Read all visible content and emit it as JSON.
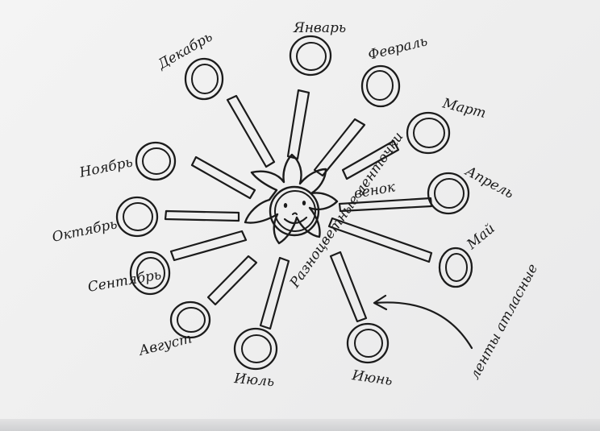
{
  "diagram": {
    "center_label": "венок",
    "center_note": "Разноцветные ленточки",
    "side_note": "ленты атласные",
    "months": [
      {
        "key": "jan",
        "label": "Январь"
      },
      {
        "key": "feb",
        "label": "Февраль"
      },
      {
        "key": "mar",
        "label": "Март"
      },
      {
        "key": "apr",
        "label": "Апрель"
      },
      {
        "key": "may",
        "label": "Май"
      },
      {
        "key": "jun",
        "label": "Июнь"
      },
      {
        "key": "jul",
        "label": "Июль"
      },
      {
        "key": "aug",
        "label": "Август"
      },
      {
        "key": "sep",
        "label": "Сентябрь"
      },
      {
        "key": "oct",
        "label": "Октябрь"
      },
      {
        "key": "nov",
        "label": "Ноябрь"
      },
      {
        "key": "dec",
        "label": "Декабрь"
      }
    ]
  }
}
